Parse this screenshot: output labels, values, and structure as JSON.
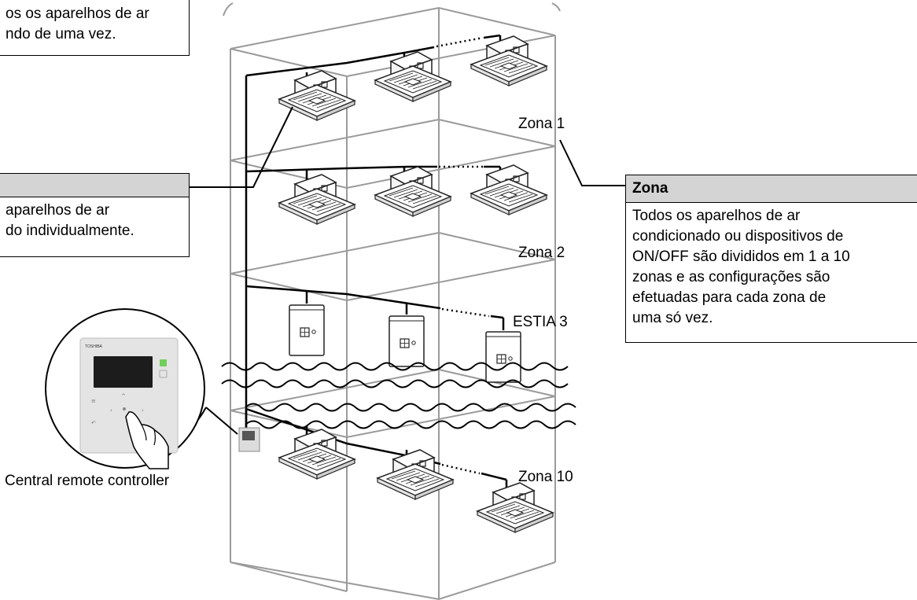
{
  "callouts": {
    "top_left": {
      "lines": [
        "os os aparelhos de ar",
        "ndo de uma vez."
      ]
    },
    "left": {
      "header": "",
      "lines": [
        "aparelhos de ar",
        "do individualmente."
      ]
    },
    "zona": {
      "header": "Zona",
      "lines": [
        "Todos os aparelhos de ar",
        "condicionado ou dispositivos de",
        "ON/OFF são divididos em 1 a 10",
        "zonas e as configurações são",
        "efetuadas para cada zona de",
        "uma só vez."
      ]
    }
  },
  "labels": {
    "zona1": "Zona 1",
    "zona2": "Zona 2",
    "estia": "ESTIA 3",
    "zona10": "Zona 10",
    "controller": "Central remote controller"
  },
  "controller_brand": "TOSHIBA",
  "colors": {
    "building_line": "#9a9a9a",
    "wiring": "#000000",
    "header_fill": "#d4d4d4",
    "screen_green": "#6fcf5a"
  }
}
